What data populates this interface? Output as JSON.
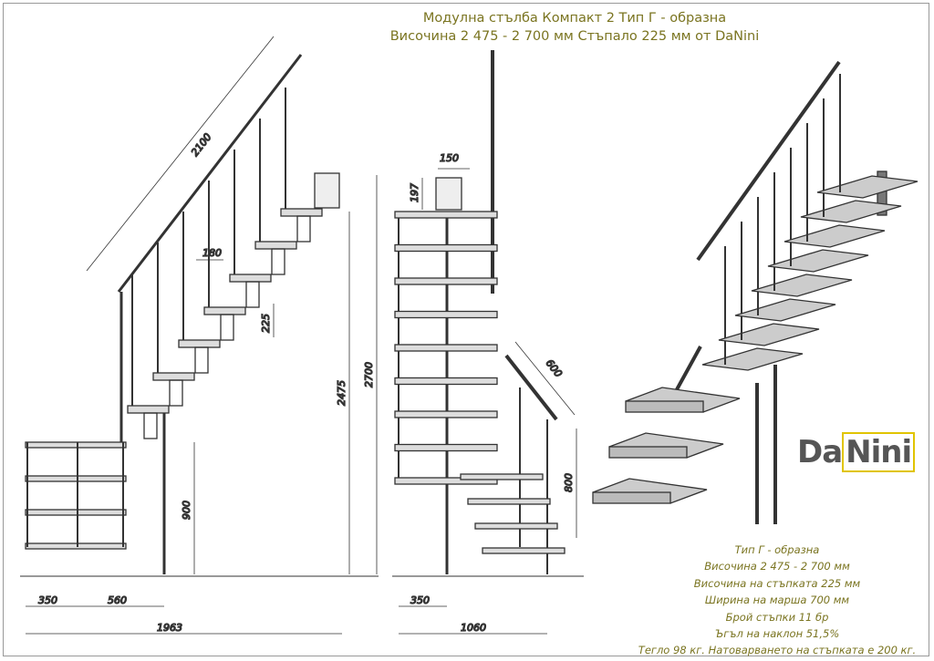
{
  "title": {
    "line1": "Модулна стълба Компакт 2 Тип Г - образна",
    "line2": "Височина 2 475 - 2 700 мм Стъпало 225 мм от DaNini"
  },
  "logo": {
    "part1": "Da",
    "part2": "Nini"
  },
  "dimensions": {
    "side_view": {
      "handrail_length": "2100",
      "tread_depth": "180",
      "step_height": "225",
      "height_min": "2475",
      "height_max": "2700",
      "railing_height": "900",
      "offset_left": "350",
      "offset_mid": "560",
      "total_length": "1963"
    },
    "front_view": {
      "plate_width": "150",
      "plate_height": "197",
      "rail_length": "600",
      "rail_height": "800",
      "offset": "350",
      "total_width": "1060"
    }
  },
  "specs": [
    "Тип Г - образна",
    "Височина 2 475 - 2 700 мм",
    "Височина на стъпката 225 мм",
    "Ширина на марша 700 мм",
    "Брой стъпки 11 бр",
    "Ъгъл на наклон 51,5%",
    "Тегло 98 кг. Натоварването на стъпката е 200 кг."
  ],
  "colors": {
    "text": "#7a7420",
    "line": "#333333",
    "logo_accent": "#e0c400"
  }
}
